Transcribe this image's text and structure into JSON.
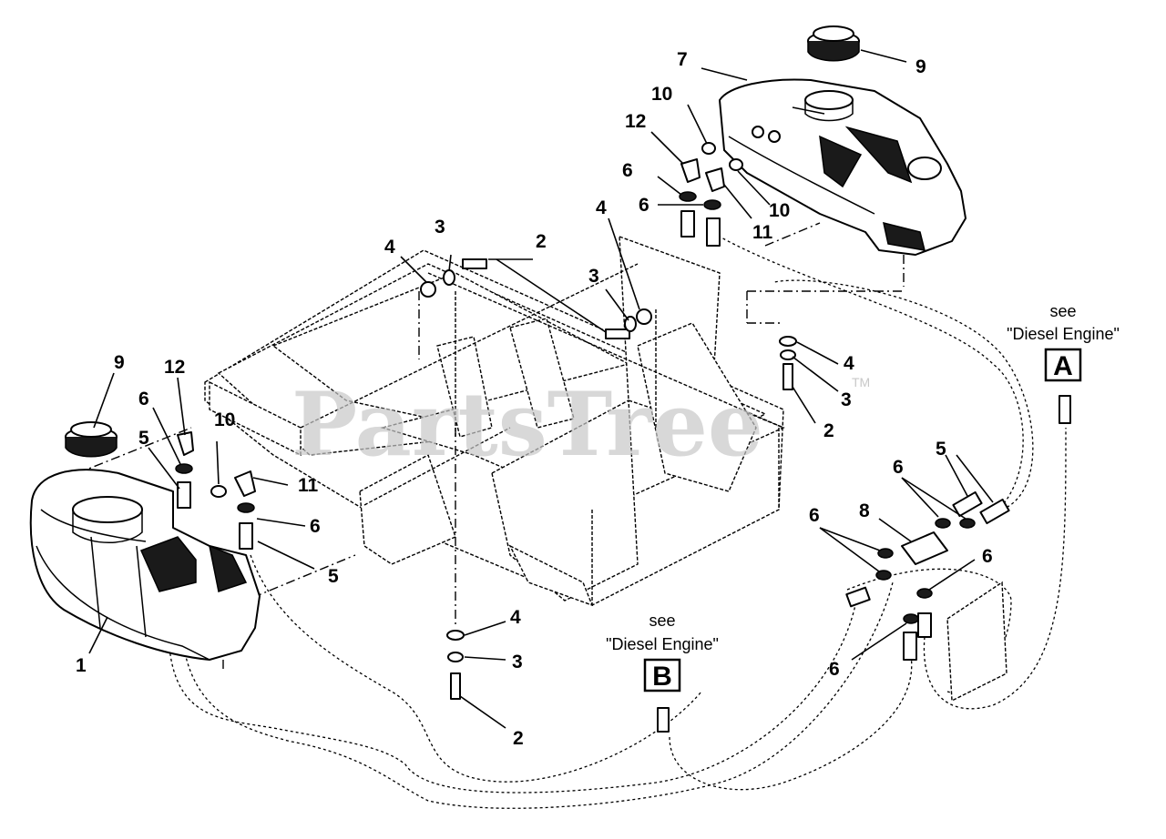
{
  "watermark": {
    "text": "PartsTree",
    "tm": "TM"
  },
  "callouts": {
    "c1": "1",
    "c2a": "2",
    "c2b": "2",
    "c2c": "2",
    "c3a": "3",
    "c3b": "3",
    "c3c": "3",
    "c3d": "3",
    "c4a": "4",
    "c4b": "4",
    "c4c": "4",
    "c4d": "4",
    "c5a": "5",
    "c5b": "5",
    "c5c": "5",
    "c6a": "6",
    "c6b": "6",
    "c6c": "6",
    "c6d": "6",
    "c6e": "6",
    "c6f": "6",
    "c6g": "6",
    "c6h": "6",
    "c7": "7",
    "c8": "8",
    "c9a": "9",
    "c9b": "9",
    "c10a": "10",
    "c10b": "10",
    "c10c": "10",
    "c11a": "11",
    "c11b": "11",
    "c12a": "12",
    "c12b": "12"
  },
  "refs": {
    "a": {
      "see": "see",
      "target": "\"Diesel Engine\"",
      "letter": "A"
    },
    "b": {
      "see": "see",
      "target": "\"Diesel Engine\"",
      "letter": "B"
    }
  }
}
